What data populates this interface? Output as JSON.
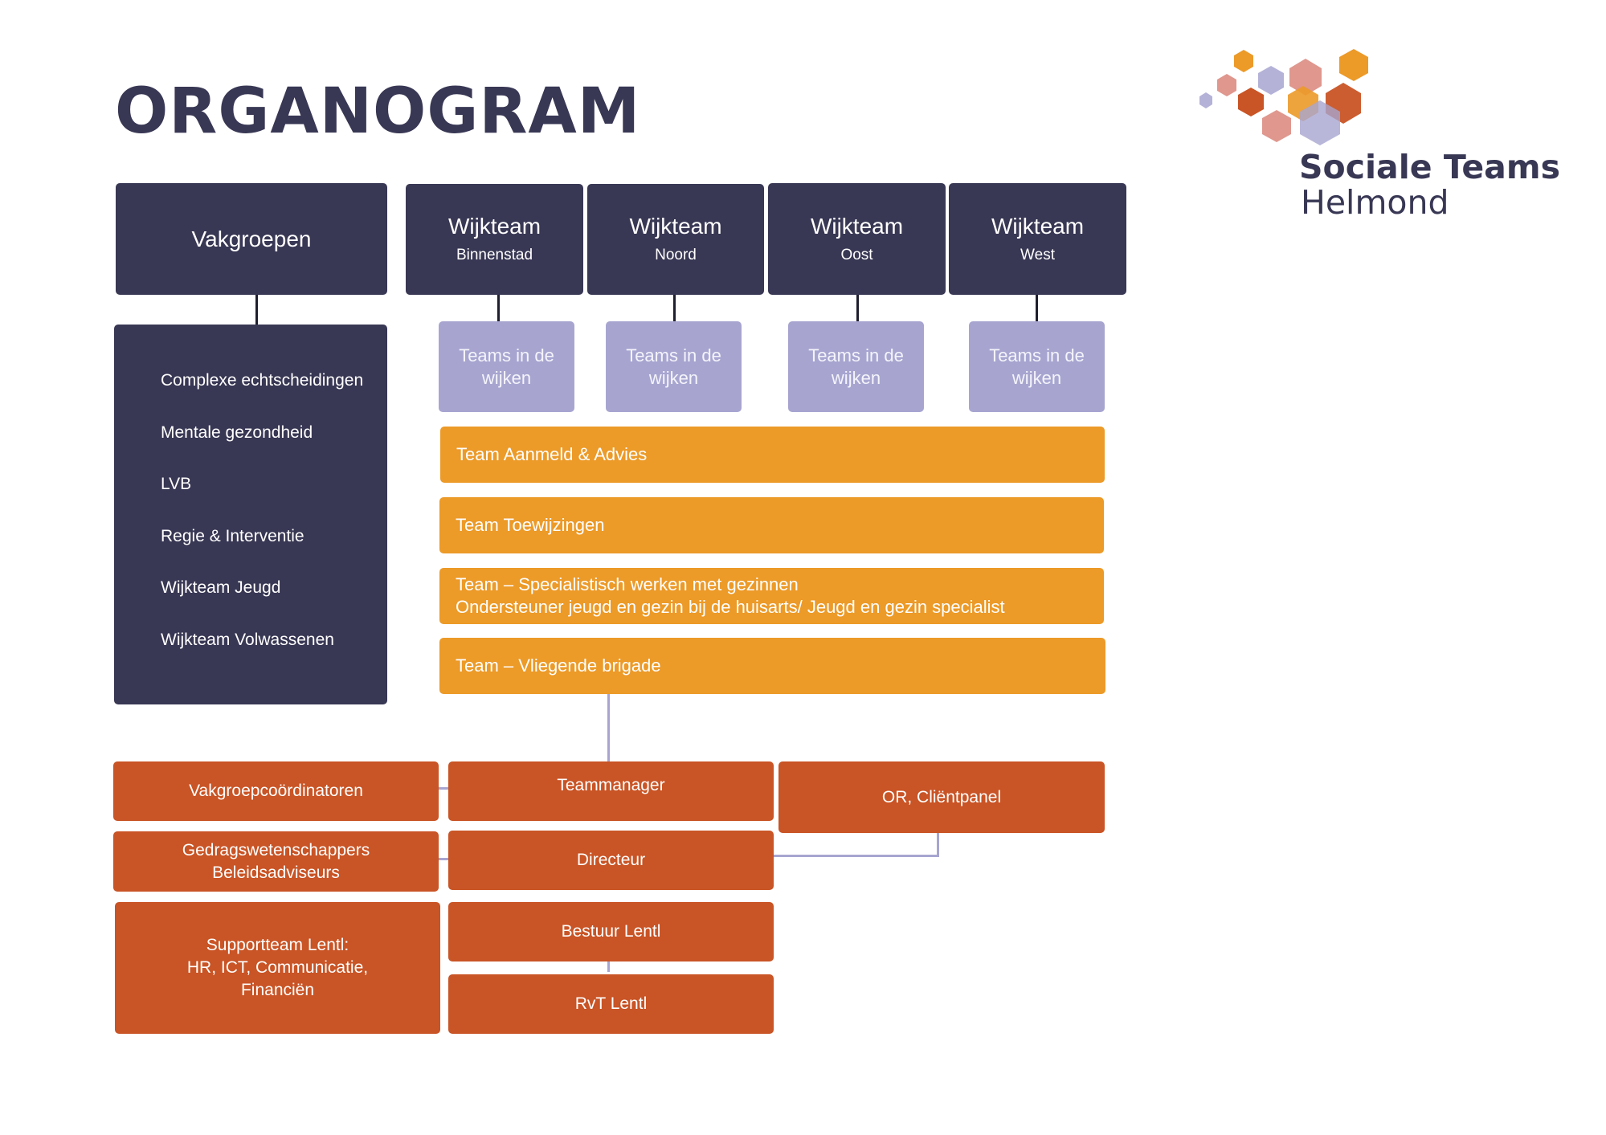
{
  "title": "ORGANOGRAM",
  "logo": {
    "line1": "Sociale Teams",
    "line2": "Helmond",
    "colors": [
      "#ec9a28",
      "#c95425",
      "#a7a5d0",
      "#d9857a"
    ]
  },
  "vakgroepen": {
    "title": "Vakgroepen",
    "items": [
      "Complexe echtscheidingen",
      "Mentale gezondheid",
      "LVB",
      "Regie & Interventie",
      "Wijkteam Jeugd",
      "Wijkteam Volwassenen"
    ]
  },
  "wijkteams": [
    {
      "title": "Wijkteam",
      "sub": "Binnenstad",
      "teams": "Teams in de wijken"
    },
    {
      "title": "Wijkteam",
      "sub": "Noord",
      "teams": "Teams in de wijken"
    },
    {
      "title": "Wijkteam",
      "sub": "Oost",
      "teams": "Teams in de wijken"
    },
    {
      "title": "Wijkteam",
      "sub": "West",
      "teams": "Teams in de wijken"
    }
  ],
  "orange_teams": [
    {
      "line1": "Team Aanmeld & Advies"
    },
    {
      "line1": "Team Toewijzingen"
    },
    {
      "line1": "Team – Specialistisch werken met gezinnen",
      "line2": "Ondersteuner jeugd en gezin bij de huisarts/ Jeugd en gezin specialist"
    },
    {
      "line1": "Team – Vliegende brigade"
    }
  ],
  "management": {
    "vakgroepcoordinatoren": "Vakgroepcoördinatoren",
    "gedrag_line1": "Gedragswetenschappers",
    "gedrag_line2": "Beleidsadviseurs",
    "support_line1": "Supportteam Lentl:",
    "support_line2": "HR, ICT, Communicatie,",
    "support_line3": "Financiën",
    "teammanager": "Teammanager",
    "directeur": "Directeur",
    "bestuur": "Bestuur Lentl",
    "rvt": "RvT Lentl",
    "or": "OR, Cliëntpanel"
  },
  "colors": {
    "navy": "#383754",
    "lilac": "#a7a5d0",
    "orange": "#ec9a28",
    "rust": "#c95425"
  }
}
